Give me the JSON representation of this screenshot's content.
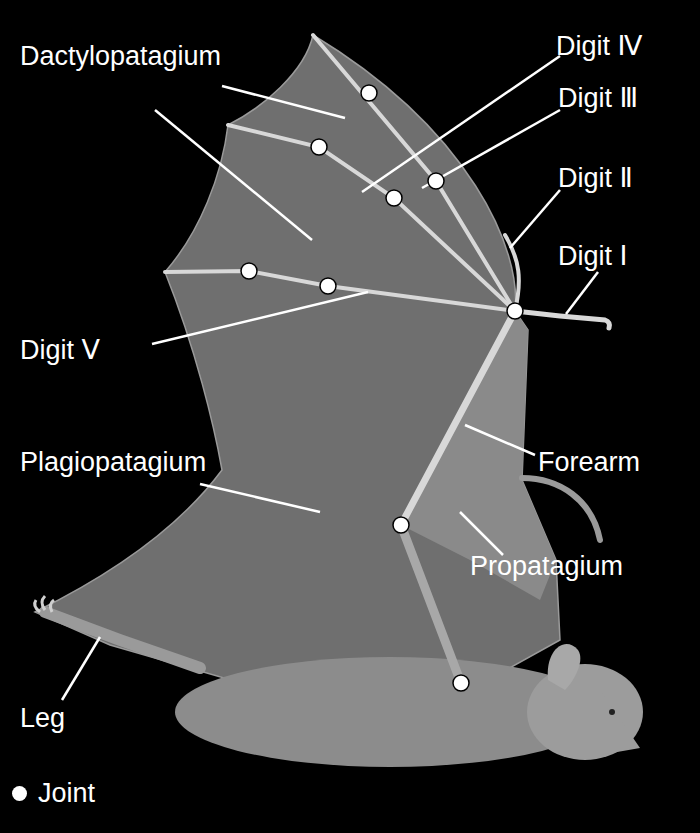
{
  "diagram": {
    "labels": [
      "Dactylopatagium",
      "Digit Ⅳ",
      "Digit Ⅲ",
      "Digit Ⅱ",
      "Digit Ⅰ",
      "Digit Ⅴ",
      "Plagiopatagium",
      "Forearm",
      "Propatagium",
      "Leg"
    ],
    "legend": [
      {
        "text": "Joint"
      }
    ]
  }
}
